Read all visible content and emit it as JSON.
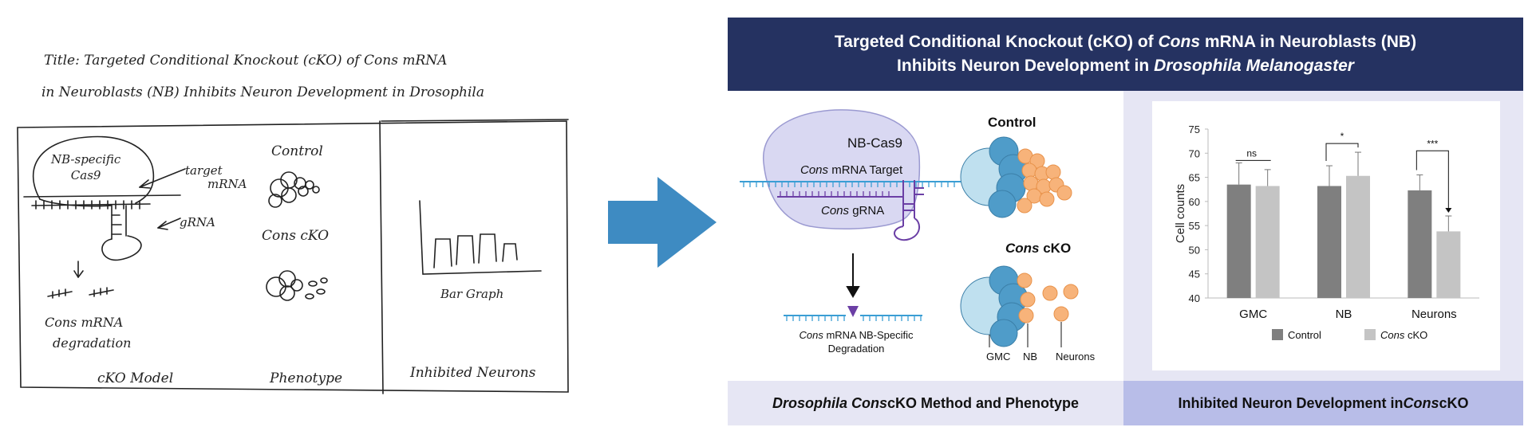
{
  "sketch": {
    "title_line1": "Title: Targeted Conditional Knockout (cKO) of Cons mRNA",
    "title_line2": "in Neuroblasts (NB) Inhibits Neuron Development in Drosophila",
    "nb_cas9_line1": "NB-specific",
    "nb_cas9_line2": "Cas9",
    "target_line1": "target",
    "target_line2": "mRNA",
    "grna": "gRNA",
    "control": "Control",
    "cons_cko": "Cons cKO",
    "degradation_line1": "Cons mRNA",
    "degradation_line2": "degradation",
    "cko_model": "cKO Model",
    "phenotype": "Phenotype",
    "bar_graph": "Bar Graph",
    "inhibited_neurons": "Inhibited Neurons"
  },
  "figure": {
    "title_line1_pre": "Targeted Conditional Knockout (cKO) of ",
    "title_line1_em": "Cons",
    "title_line1_post": " mRNA in Neuroblasts (NB)",
    "title_line2_pre": "Inhibits Neuron Development in ",
    "title_line2_em": "Drosophila Melanogaster",
    "cas9_label": "NB-Cas9",
    "target_em": "Cons",
    "target_rest": " mRNA Target",
    "grna_em": "Cons",
    "grna_rest": " gRNA",
    "deg_em": "Cons",
    "deg_rest1": " mRNA NB-Specific",
    "deg_rest2": "Degradation",
    "control_label": "Control",
    "cko_em": "Cons",
    "cko_rest": " cKO",
    "gmc_label": "GMC",
    "nb_label": "NB",
    "neurons_label": "Neurons",
    "footer_left_em1": "Drosophila Cons",
    "footer_left_rest": " cKO Method and Phenotype",
    "footer_right_pre": "Inhibited Neuron Development in ",
    "footer_right_em": "Cons",
    "footer_right_post": " cKO"
  },
  "colors": {
    "header": "#253261",
    "control_bar": "#7f7f7f",
    "cko_bar": "#c4c4c4",
    "nb_cell": "#4f9cc9",
    "gmc_cell": "#bfe0ef",
    "neuron_cell": "#f7b37a",
    "cas9": "#d9d8f2",
    "grna": "#6b3fa5",
    "rna": "#3b9ed4",
    "arrow": "#3e8bc2"
  },
  "chart_data": {
    "type": "bar",
    "categories": [
      "GMC",
      "NB",
      "Neurons"
    ],
    "series": [
      {
        "name": "Control",
        "values": [
          63.5,
          63.2,
          62.3
        ],
        "errors": [
          4.5,
          4.2,
          3.2
        ]
      },
      {
        "name": "Cons cKO",
        "values": [
          63.2,
          65.3,
          53.8
        ],
        "errors": [
          3.4,
          4.9,
          3.2
        ]
      }
    ],
    "ylabel": "Cell counts",
    "ylim": [
      40,
      75
    ],
    "yticks": [
      40,
      45,
      50,
      55,
      60,
      65,
      70,
      75
    ],
    "significance": [
      "ns",
      "*",
      "***"
    ],
    "legend_position": "bottom",
    "grid": false
  }
}
